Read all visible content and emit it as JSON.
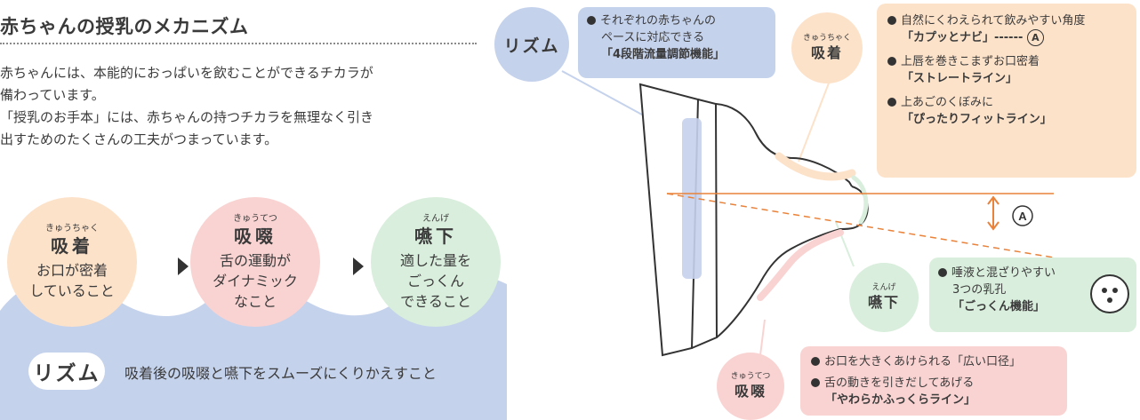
{
  "left": {
    "title": "赤ちゃんの授乳のメカニズム",
    "intro_lines": [
      "赤ちゃんには、本能的におっぱいを飲むことができるチカラが",
      "備わっています。",
      "「授乳のお手本」には、赤ちゃんの持つチカラを無理なく引き",
      "出すためのたくさんの工夫がつまっています。"
    ],
    "circles": [
      {
        "ruby": "きゅうちゃく",
        "title": "吸着",
        "lines": [
          "お口が密着",
          "していること"
        ],
        "color": "#fde2ca"
      },
      {
        "ruby": "きゅうてつ",
        "title": "吸啜",
        "lines": [
          "舌の運動が",
          "ダイナミック",
          "なこと"
        ],
        "color": "#f9d3d2"
      },
      {
        "ruby": "えんげ",
        "title": "嚥下",
        "lines": [
          "適した量を",
          "ごっくん",
          "できること"
        ],
        "color": "#d9eedc"
      }
    ],
    "rhythm": {
      "badge": "リズム",
      "text": "吸着後の吸啜と嚥下をスムーズにくりかえすこと",
      "band_color": "#c5d2ec"
    }
  },
  "right": {
    "rhythm": {
      "label": "リズム",
      "lines": [
        "それぞれの赤ちゃんの",
        "ペースに対応できる"
      ],
      "strong": "「4段階流量調節機能」"
    },
    "suck": {
      "ruby": "きゅうちゃく",
      "title": "吸着",
      "items": [
        {
          "text": "自然にくわえられて飲みやすい角度",
          "strong": "「カプッとナビ」------",
          "mark": "A"
        },
        {
          "text": "上唇を巻きこまずお口密着",
          "strong": "「ストレートライン」"
        },
        {
          "text": "上あごのくぼみに",
          "strong": "「ぴったりフィットライン」"
        }
      ]
    },
    "swallow": {
      "ruby": "えんげ",
      "title": "嚥下",
      "lines": [
        "唾液と混ざりやすい",
        "3つの乳孔"
      ],
      "strong": "「ごっくん機能」"
    },
    "tongue": {
      "ruby": "きゅうてつ",
      "title": "吸啜",
      "items": [
        {
          "text": "お口を大きくあけられる「広い口径」"
        },
        {
          "text": "舌の動きを引きだしてあげる",
          "strong": "「やわらかふっくらライン」"
        }
      ]
    },
    "angle_mark": "A"
  },
  "colors": {
    "peach": "#fde2ca",
    "pink": "#f9d3d2",
    "green": "#d9eedc",
    "blue": "#c5d2ec",
    "orange_line": "#e9823a",
    "dark": "#333333"
  }
}
